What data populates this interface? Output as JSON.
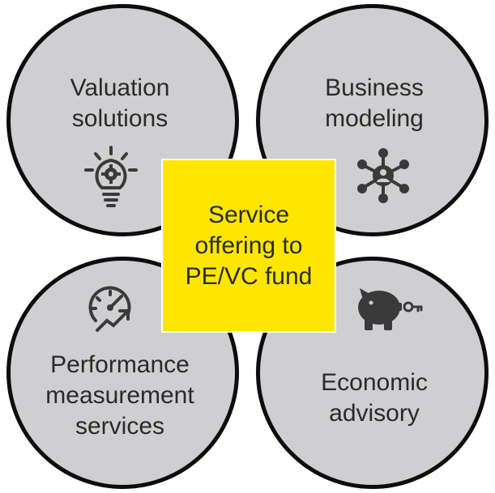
{
  "colors": {
    "circle_fill": "#cfcfd2",
    "circle_border": "#0d0d0d",
    "center_fill": "#ffe600",
    "text": "#2a2a2a",
    "icon": "#3a3a3a"
  },
  "center": {
    "label": "Service\noffering to\nPE/VC fund"
  },
  "quadrants": {
    "top_left": {
      "label": "Valuation\nsolutions",
      "icon": "lightbulb-gear-icon"
    },
    "top_right": {
      "label": "Business\nmodeling",
      "icon": "network-hub-icon"
    },
    "bottom_left": {
      "label": "Performance\nmeasurement\nservices",
      "icon": "speedometer-trend-icon"
    },
    "bottom_right": {
      "label": "Economic\nadvisory",
      "icon": "piggy-bank-icon"
    }
  }
}
